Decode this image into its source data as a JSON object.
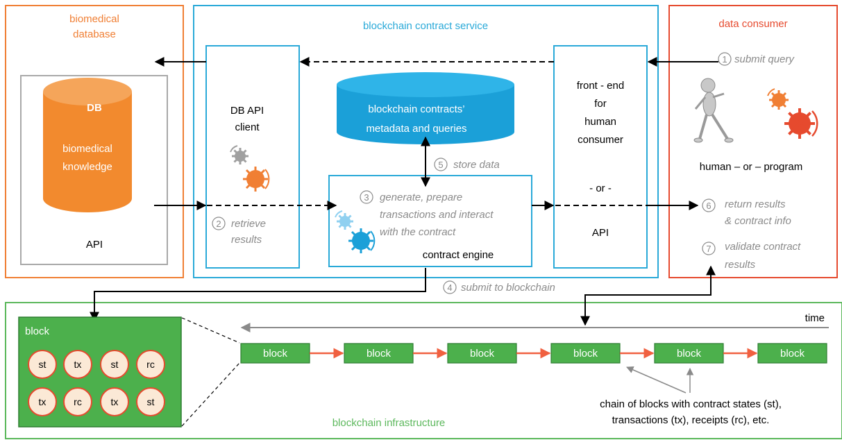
{
  "panels": {
    "biomedical_database": {
      "title_line1": "biomedical",
      "title_line2": "database",
      "color": "#f07f34"
    },
    "contract_service": {
      "title": "blockchain contract service",
      "color": "#29a9d8"
    },
    "data_consumer": {
      "title": "data consumer",
      "color": "#e64a2e"
    },
    "infrastructure": {
      "title": "blockchain infrastructure",
      "color": "#5cb85c"
    }
  },
  "db_cylinder": {
    "label": "DB",
    "text_line1": "biomedical",
    "text_line2": "knowledge",
    "api": "API",
    "color": "#f28a2e"
  },
  "db_api_client": {
    "line1": "DB API",
    "line2": "client"
  },
  "metadata_cylinder": {
    "line1": "blockchain contracts’",
    "line2": "metadata and queries",
    "color": "#1ba0d8"
  },
  "contract_engine": {
    "label": "contract engine"
  },
  "frontend": {
    "line1": "front - end",
    "line2": "for",
    "line3": "human",
    "line4": "consumer",
    "or": "- or -",
    "api": "API"
  },
  "consumer": {
    "caption": "human – or – program"
  },
  "steps": {
    "s1": {
      "num": "1",
      "text": "submit query"
    },
    "s2": {
      "num": "2",
      "line1": "retrieve",
      "line2": "results"
    },
    "s3": {
      "num": "3",
      "line1": "generate, prepare",
      "line2": "transactions and interact",
      "line3": "with the contract"
    },
    "s4": {
      "num": "4",
      "text": "submit to blockchain"
    },
    "s5": {
      "num": "5",
      "text": "store data"
    },
    "s6": {
      "num": "6",
      "line1": "return results",
      "line2": "& contract info"
    },
    "s7": {
      "num": "7",
      "line1": "validate contract",
      "line2": "results"
    }
  },
  "block_detail": {
    "title": "block",
    "row1": [
      "st",
      "tx",
      "st",
      "rc"
    ],
    "row2": [
      "tx",
      "rc",
      "tx",
      "st"
    ]
  },
  "chain": {
    "blocks": [
      "block",
      "block",
      "block",
      "block",
      "block",
      "block"
    ],
    "time_label": "time",
    "note_line1": "chain of blocks with contract states (st),",
    "note_line2": "transactions (tx), receipts (rc), etc."
  },
  "colors": {
    "block_green": "#4cb04c",
    "block_dark": "#2e7d32",
    "chain_arrow": "#f06040",
    "gear_orange": "#f07f34",
    "gear_red": "#e64a2e",
    "gear_blue": "#1ba0d8",
    "gear_lightblue": "#8fd0f0",
    "gear_gray": "#a0a0a0"
  }
}
